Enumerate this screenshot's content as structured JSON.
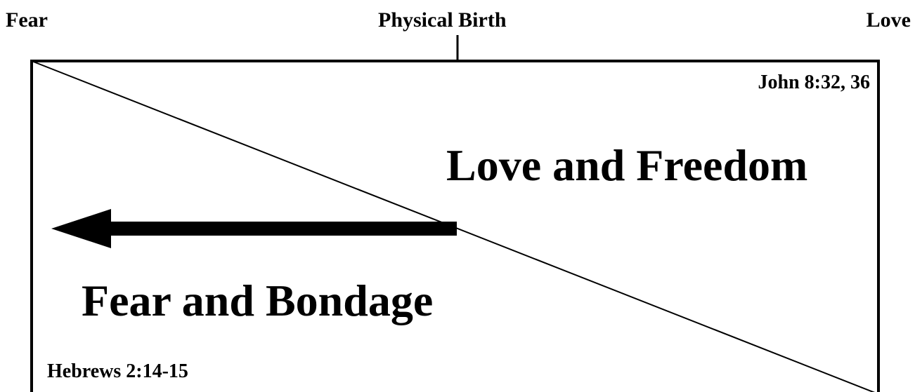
{
  "axis": {
    "left_label": "Fear",
    "center_label": "Physical Birth",
    "right_label": "Love"
  },
  "regions": {
    "upper": {
      "title": "Love and Freedom",
      "reference": "John 8:32, 36"
    },
    "lower": {
      "title": "Fear and Bondage",
      "reference": "Hebrews 2:14-15"
    }
  },
  "arrow": {
    "direction": "left"
  },
  "colors": {
    "stroke": "#000000",
    "background": "#ffffff"
  }
}
